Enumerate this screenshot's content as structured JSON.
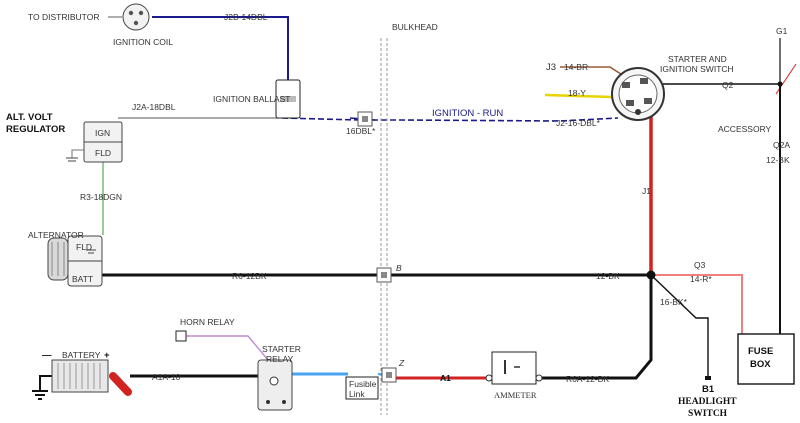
{
  "labels": {
    "to_distributor": "TO DISTRIBUTOR",
    "ignition_coil": "IGNITION COIL",
    "j2b": "J2B-14DBL",
    "bulkhead": "BULKHEAD",
    "ignition_ballast": "IGNITION BALLAST",
    "alt_volt_line1": "ALT. VOLT",
    "alt_volt_line2": "REGULATOR",
    "ign": "IGN",
    "fld": "FLD",
    "j2a": "J2A-18DBL",
    "d16dbl": "16DBL*",
    "ignition_run": "IGNITION - RUN",
    "j2_16dbl": "J2-16-DBL*",
    "j3": "J3",
    "br14": "14-BR",
    "y18": "18-Y",
    "starter_line1": "STARTER AND",
    "starter_line2": "IGNITION SWITCH",
    "q2": "Q2",
    "g1": "G1",
    "accessory": "ACCESSORY",
    "q2a": "Q2A",
    "bk12_q2a": "12-BK",
    "j1": "J1",
    "r3": "R3-18DGN",
    "alternator": "ALTERNATOR",
    "alt_fld": "FLD",
    "batt": "BATT",
    "r6": "R6-12BK",
    "bk12": "12-BK",
    "b": "B",
    "q3": "Q3",
    "r14": "14-R*",
    "bk16": "16-BK*",
    "horn_relay": "HORN RELAY",
    "starter_relay_line1": "STARTER",
    "starter_relay_line2": "RELAY",
    "battery_minus": "—",
    "battery": "BATTERY",
    "battery_plus": "+",
    "a1a": "A1A-10",
    "z": "Z",
    "fusible_line1": "Fusible",
    "fusible_line2": "Link",
    "a1": "A1",
    "ammeter": "AMMETER",
    "r6a": "R6A-12-BK",
    "b1": "B1",
    "headlight_line1": "HEADLIGHT",
    "headlight_line2": "SWITCH",
    "fuse_line1": "FUSE",
    "fuse_line2": "BOX"
  },
  "colors": {
    "black_wire": "#111111",
    "red_wire": "#d22222",
    "dark_blue_wire": "#1a1a8c",
    "green_wire": "#55aa55",
    "pink_wire": "#f08080",
    "light_blue_wire": "#4aa3f0",
    "brown_wire": "#9a5b34",
    "yellow_wire": "#e8d400",
    "violet_wire": "#c28ad8"
  }
}
